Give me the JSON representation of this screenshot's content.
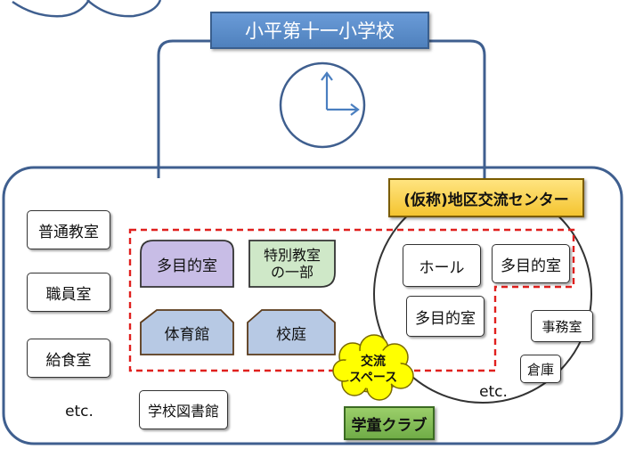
{
  "school_title": "小平第十一小学校",
  "center_title": "(仮称)地区交流センター",
  "school_rooms": {
    "regular_classroom": "普通教室",
    "staff_room": "職員室",
    "lunch_room": "給食室",
    "etc": "etc.",
    "library": "学校図書館"
  },
  "shared_rooms": {
    "multipurpose": "多目的室",
    "special_classroom_line1": "特別教室",
    "special_classroom_line2": "の一部",
    "gym": "体育館",
    "schoolyard": "校庭"
  },
  "center_rooms": {
    "hall": "ホール",
    "multipurpose_a": "多目的室",
    "multipurpose_b": "多目的室",
    "office": "事務室",
    "storage": "倉庫",
    "etc": "etc."
  },
  "exchange_space": {
    "line1": "交流",
    "line2": "スペース"
  },
  "after_school_club": "学童クラブ",
  "colors": {
    "outline_blue": "#3f5f8f",
    "dashed_red": "#e0201e",
    "purple_fill": "#c8bde6",
    "green_fill": "#cfe8c8",
    "blue_fill": "#b7c9e4",
    "cloud_yellow": "#ffff00"
  }
}
